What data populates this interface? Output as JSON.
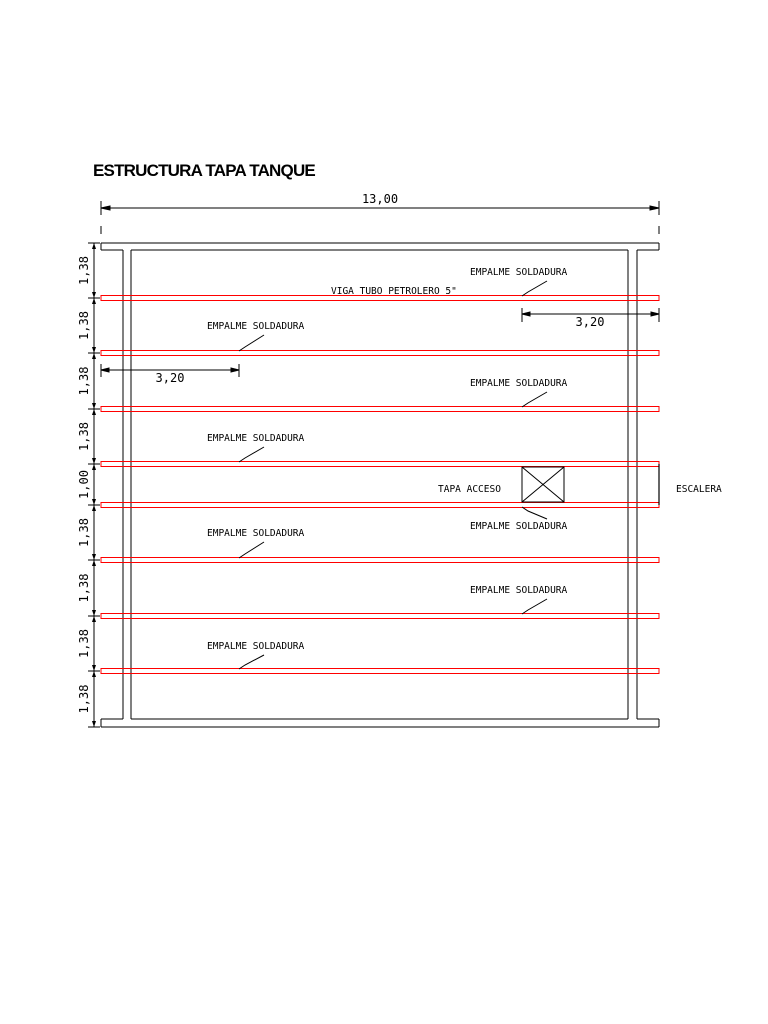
{
  "title": "ESTRUCTURA TAPA TANQUE",
  "overall_width_label": "13,00",
  "spacing_labels": [
    "1,38",
    "1,38",
    "1,38",
    "1,38",
    "1,00",
    "1,38",
    "1,38",
    "1,38",
    "1,38"
  ],
  "beam_label": "VIGA TUBO PETROLERO 5\"",
  "splice_label": "EMPALME SOLDADURA",
  "splice_offset_label": "3,20",
  "access_label": "TAPA ACCESO",
  "ladder_label": "ESCALERA",
  "colors": {
    "beam": "#ff0000",
    "line": "#000000"
  }
}
